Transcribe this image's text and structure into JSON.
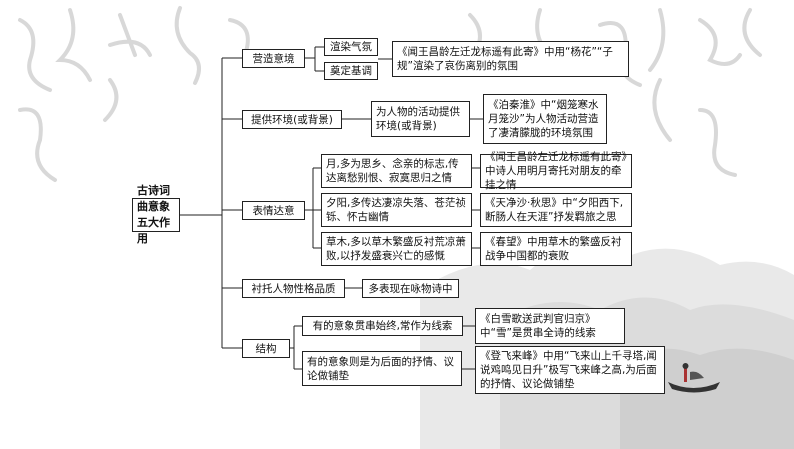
{
  "root": {
    "line1": "古诗词曲意象",
    "line2": "五大作用"
  },
  "branches": {
    "b1": {
      "label": "营造意境",
      "sub1": "渲染气氛",
      "sub2": "奠定基调",
      "example": "《闻王昌龄左迁龙标遥有此寄》中用“杨花”“子规”渲染了哀伤离别的氛围"
    },
    "b2": {
      "label": "提供环境(或背景)",
      "desc": "为人物的活动提供环境(或背景)",
      "example": "《泊秦淮》中“烟笼寒水月笼沙”为人物活动营造了凄清朦胧的环境氛围"
    },
    "b3": {
      "label": "表情达意",
      "items": [
        {
          "desc": "月,多为思乡、念亲的标志,传达离愁别恨、寂寞思归之情",
          "example": "《闻王昌龄左迁龙标遥有此寄》中诗人用明月寄托对朋友的牵挂之情"
        },
        {
          "desc": "夕阳,多传达凄凉失落、苍茫祯铄、怀古幽情",
          "example": "《天净沙·秋思》中“夕阳西下,断肠人在天涯”抒发羁旅之思"
        },
        {
          "desc": "草木,多以草木繁盛反衬荒凉萧败,以抒发盛衰兴亡的感慨",
          "example": "《春望》中用草木的繁盛反衬战争中国都的衰败"
        }
      ]
    },
    "b4": {
      "label": "衬托人物性格品质",
      "desc": "多表现在咏物诗中"
    },
    "b5": {
      "label": "结构",
      "items": [
        {
          "desc": "有的意象贯串始终,常作为线索",
          "example": "《白雪歌送武判官归京》中“雪”是贯串全诗的线索"
        },
        {
          "desc": "有的意象则是为后面的抒情、议论做铺垫",
          "example": "《登飞来峰》中用“飞来山上千寻塔,闻说鸡鸣见日升”极写飞来峰之高,为后面的抒情、议论做铺垫"
        }
      ]
    }
  }
}
